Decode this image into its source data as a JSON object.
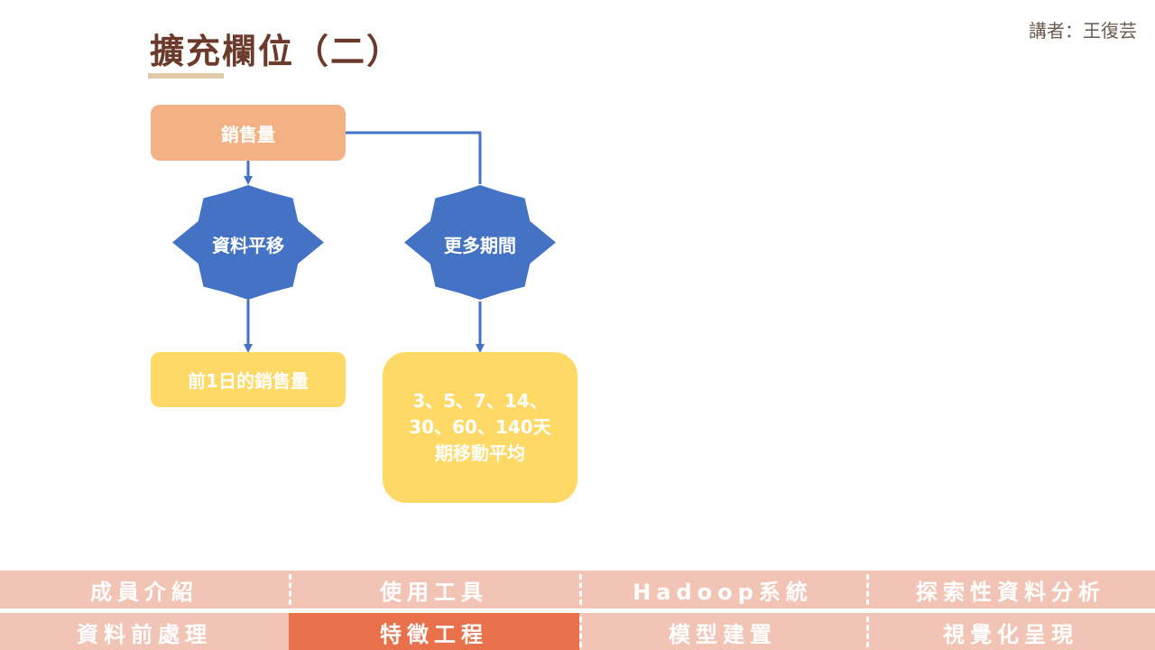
{
  "header": {
    "title": "擴充欄位（二）",
    "speaker": "講者：王復芸"
  },
  "diagram": {
    "nodes": {
      "sales": "銷售量",
      "data_shift": "資料平移",
      "more_periods": "更多期間",
      "prev_day_sales": "前1日的銷售量",
      "moving_avg_line1": "3、5、7、14、",
      "moving_avg_line2": "30、60、140天",
      "moving_avg_line3": "期移動平均"
    },
    "edges": [
      {
        "from": "sales",
        "to": "data_shift"
      },
      {
        "from": "sales",
        "to": "more_periods"
      },
      {
        "from": "data_shift",
        "to": "prev_day_sales"
      },
      {
        "from": "more_periods",
        "to": "moving_avg"
      }
    ],
    "colors": {
      "sales": "#f4b183",
      "star": "#4472c4",
      "result": "#ffd966",
      "connector": "#4472c4"
    }
  },
  "nav": {
    "row1": [
      "成員介紹",
      "使用工具",
      "Hadoop系統",
      "探索性資料分析"
    ],
    "row2": [
      "資料前處理",
      "特徵工程",
      "模型建置",
      "視覺化呈現"
    ],
    "active": "特徵工程",
    "colors": {
      "default": "#f2c4b6",
      "active": "#e8714b"
    }
  }
}
